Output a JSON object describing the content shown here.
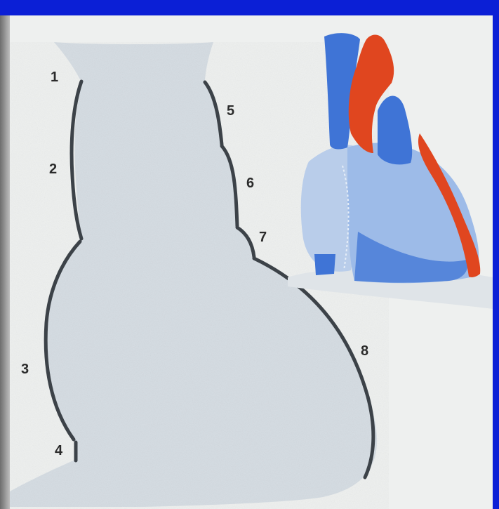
{
  "labels": {
    "l1": "1",
    "l2": "2",
    "l3": "3",
    "l4": "4",
    "l5": "5",
    "l6": "6",
    "l7": "7",
    "l8": "8"
  },
  "colors": {
    "background": "#0b1fd6",
    "paper": "#eef0ef",
    "silhouette": "#d6dde3",
    "outline": "#3c4248",
    "heart_blue": "#3f74d6",
    "heart_light_blue": "#b9cdea",
    "heart_red": "#e0461f"
  }
}
